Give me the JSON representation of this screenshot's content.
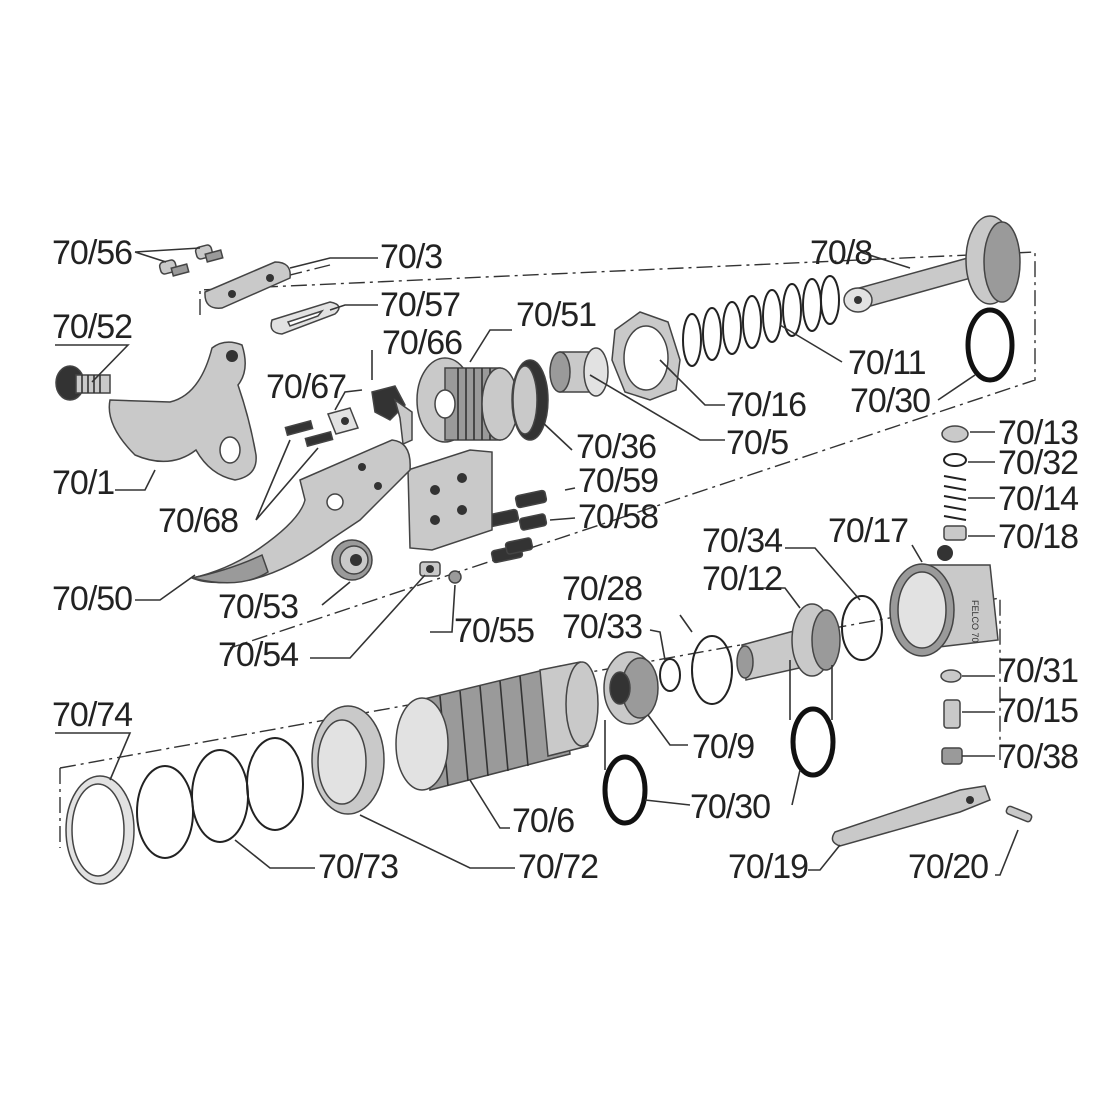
{
  "labels": {
    "p70_56": "70/56",
    "p70_3": "70/3",
    "p70_57": "70/57",
    "p70_52": "70/52",
    "p70_51": "70/51",
    "p70_66": "70/66",
    "p70_67": "70/67",
    "p70_8": "70/8",
    "p70_11": "70/11",
    "p70_30a": "70/30",
    "p70_16": "70/16",
    "p70_5": "70/5",
    "p70_36": "70/36",
    "p70_1": "70/1",
    "p70_59": "70/59",
    "p70_58": "70/58",
    "p70_68": "70/68",
    "p70_50": "70/50",
    "p70_53": "70/53",
    "p70_54": "70/54",
    "p70_55": "70/55",
    "p70_13": "70/13",
    "p70_32": "70/32",
    "p70_14": "70/14",
    "p70_18": "70/18",
    "p70_17": "70/17",
    "p70_34": "70/34",
    "p70_12": "70/12",
    "p70_28": "70/28",
    "p70_33": "70/33",
    "p70_31": "70/31",
    "p70_15": "70/15",
    "p70_38": "70/38",
    "p70_9": "70/9",
    "p70_30b": "70/30",
    "p70_74": "70/74",
    "p70_6": "70/6",
    "p70_73": "70/73",
    "p70_72": "70/72",
    "p70_19": "70/19",
    "p70_20": "70/20"
  },
  "brand_marks": {
    "housing_engraving": "FELCO 70"
  }
}
